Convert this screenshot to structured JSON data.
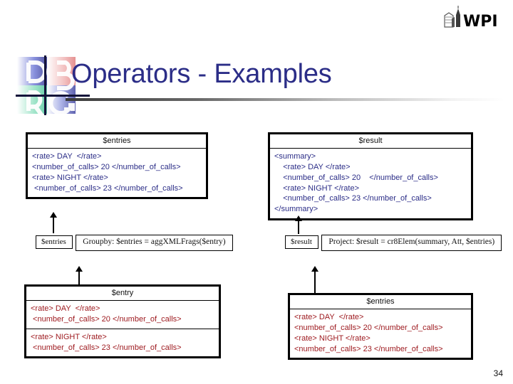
{
  "slide": {
    "title": "Operators - Examples",
    "page_number": "34",
    "brand": "WPI",
    "title_color": "#2b2d87",
    "data_color_navy": "#2b2d87",
    "data_color_maroon": "#9e1b20"
  },
  "boxes": {
    "entries_top": {
      "title": "$entries",
      "lines": "<rate> DAY  </rate>\n<number_of_calls> 20 </number_of_calls>\n<rate> NIGHT </rate>\n <number_of_calls> 23 </number_of_calls>"
    },
    "result_top": {
      "title": "$result",
      "lines": "<summary>\n    <rate> DAY </rate>\n    <number_of_calls> 20    </number_of_calls>\n    <rate> NIGHT </rate>\n    <number_of_calls> 23 </number_of_calls>\n</summary>"
    },
    "entry_bottom": {
      "title": "$entry",
      "segment_1": "<rate> DAY  </rate>\n <number_of_calls> 20 </number_of_calls>",
      "segment_2": "<rate> NIGHT </rate>\n <number_of_calls> 23 </number_of_calls>"
    },
    "entries_bottom": {
      "title": "$entries",
      "lines": "<rate> DAY  </rate>\n<number_of_calls> 20 </number_of_calls>\n<rate> NIGHT </rate>\n<number_of_calls> 23 </number_of_calls>"
    }
  },
  "operators": {
    "groupby": {
      "tab": "$entries",
      "expression": "Groupby: $entries = aggXMLFrags($entry)"
    },
    "project": {
      "tab": "$result",
      "expression": "Project: $result = cr8Elem(summary, Att, $entries)"
    }
  }
}
